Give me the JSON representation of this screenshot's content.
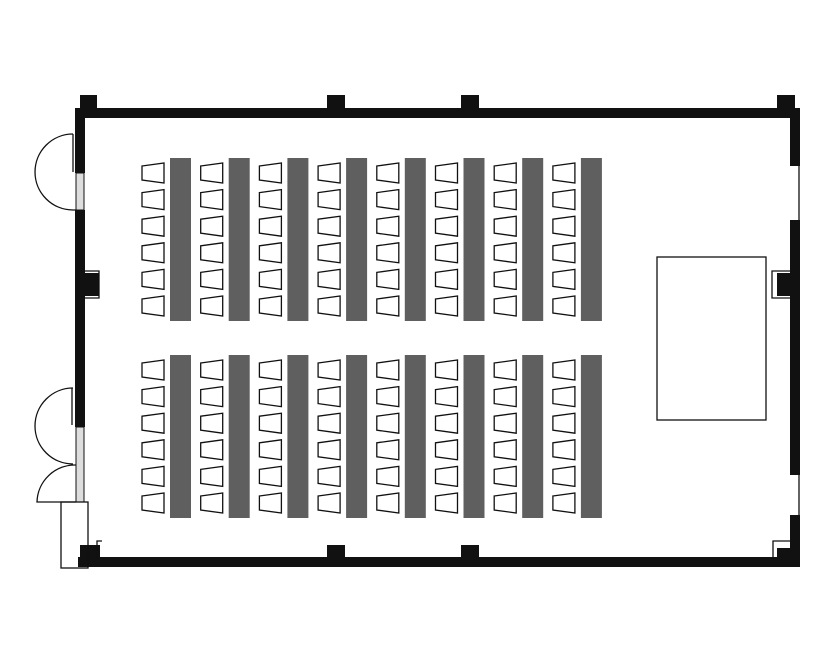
{
  "floor_plan": {
    "layout_style": "classroom",
    "seating_blocks": 2,
    "table_columns_per_block": 8,
    "chairs_per_table": 6,
    "doors": 3,
    "colors": {
      "wall": "#111111",
      "table": "#5f5f5f",
      "chair_outline": "#111111",
      "window": "#dddddd",
      "background": "#ffffff"
    }
  }
}
